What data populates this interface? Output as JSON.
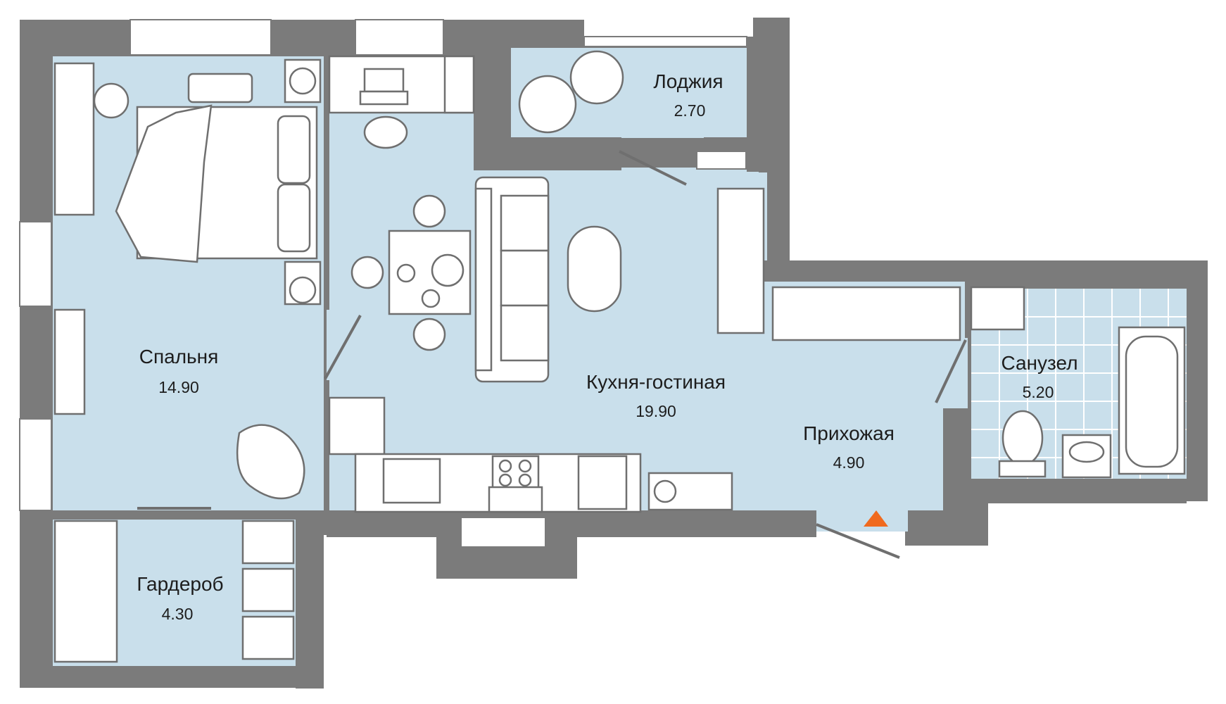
{
  "colors": {
    "wall": "#7b7b7b",
    "room": "#c9dfeb",
    "tile_line": "#ffffff",
    "furniture_stroke": "#6f6f6f",
    "furniture_fill": "#ffffff",
    "entrance_marker": "#f06a1e"
  },
  "rooms": {
    "bedroom": {
      "name": "Спальня",
      "area": "14.90"
    },
    "wardrobe": {
      "name": "Гардероб",
      "area": "4.30"
    },
    "loggia": {
      "name": "Лоджия",
      "area": "2.70"
    },
    "kitchen_living": {
      "name": "Кухня-гостиная",
      "area": "19.90"
    },
    "hallway": {
      "name": "Прихожая",
      "area": "4.90"
    },
    "bathroom": {
      "name": "Санузел",
      "area": "5.20"
    }
  },
  "icons": [
    "entrance-marker-icon",
    "bed-icon",
    "laptop-icon",
    "sofa-icon",
    "toilet-icon",
    "bathtub-icon",
    "sink-icon",
    "stove-icon",
    "washing-machine-icon",
    "armchair-icon"
  ]
}
